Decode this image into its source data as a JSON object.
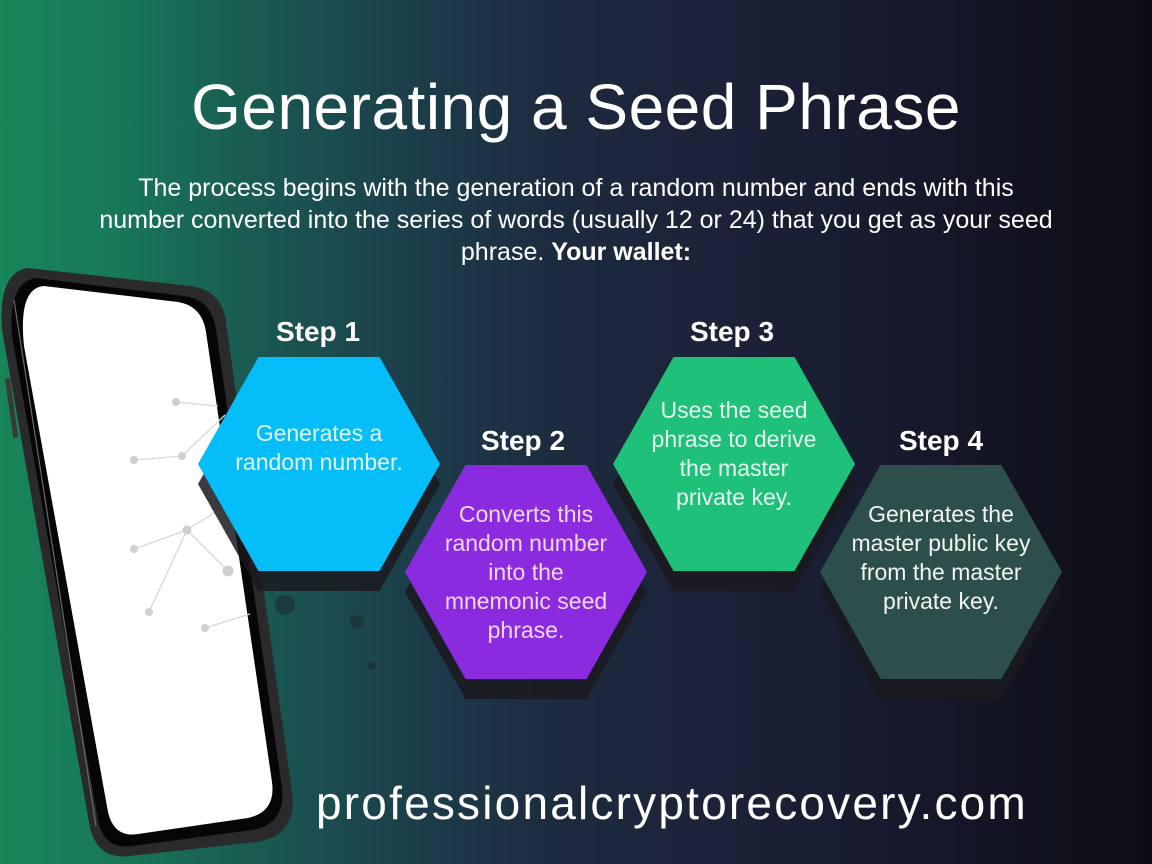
{
  "header": {
    "title": "Generating a Seed Phrase",
    "subtitle_text": "The process begins with the generation of a random number and ends with this number converted into the series of words (usually 12 or 24) that you get as your seed phrase. ",
    "subtitle_bold": "Your wallet:"
  },
  "steps": [
    {
      "label": "Step 1",
      "text": "Generates a random number.",
      "color": "#05bdf8",
      "text_color": "#dff6f2"
    },
    {
      "label": "Step 2",
      "text": "Converts this random number into the mnemonic seed phrase.",
      "color": "#8b2be0",
      "text_color": "#f4d6f2"
    },
    {
      "label": "Step 3",
      "text": "Uses the seed phrase to derive the master private key.",
      "color": "#1ec07a",
      "text_color": "#e6f6ee"
    },
    {
      "label": "Step 4",
      "text": "Generates the master public key from the master private key.",
      "color": "#2c4f4b",
      "text_color": "#f1f4f2"
    }
  ],
  "footer": {
    "website": "professionalcryptorecovery.com"
  },
  "colors": {
    "background_left": "#188658",
    "background_mid": "#1d2b3f",
    "background_right": "#0c0d14"
  },
  "illustration": {
    "phone-icon": "smartphone with network graph on screen"
  }
}
